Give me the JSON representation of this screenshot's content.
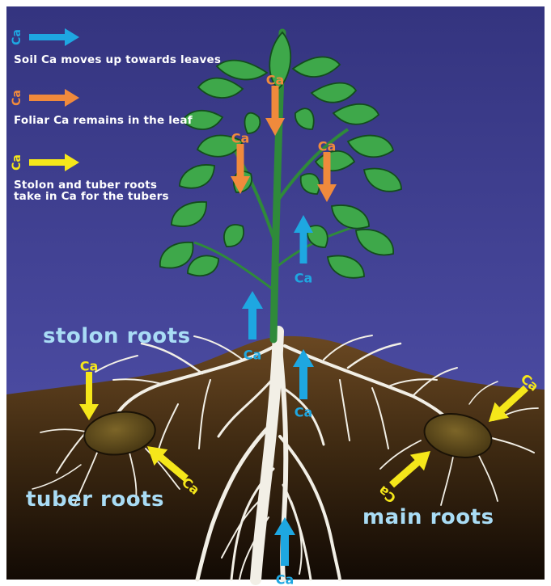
{
  "legend": {
    "items": [
      {
        "symbol": "Ca",
        "color": "#1ea7e1",
        "label": "Soil Ca moves up towards leaves"
      },
      {
        "symbol": "Ca",
        "color": "#f08a3c",
        "label": "Foliar Ca remains in the leaf"
      },
      {
        "symbol": "Ca",
        "color": "#f5e71a",
        "label_line1": "Stolon and tuber roots",
        "label_line2": "take in Ca for the tubers"
      }
    ]
  },
  "labels": {
    "stolon": "stolon roots",
    "tuber": "tuber roots",
    "main": "main roots"
  },
  "arrow_text": "Ca",
  "colors": {
    "sky": "#3d3d8f",
    "soil": "#5a3d1e",
    "soil_dark": "#1f1208",
    "leaf": "#3ea84a",
    "leaf_dark": "#1f6b2a",
    "soil_ca": "#1ea7e1",
    "foliar_ca": "#f08a3c",
    "root_ca": "#f5e71a",
    "tuber": "#6b5520",
    "label_blue": "#a9dcf5"
  }
}
